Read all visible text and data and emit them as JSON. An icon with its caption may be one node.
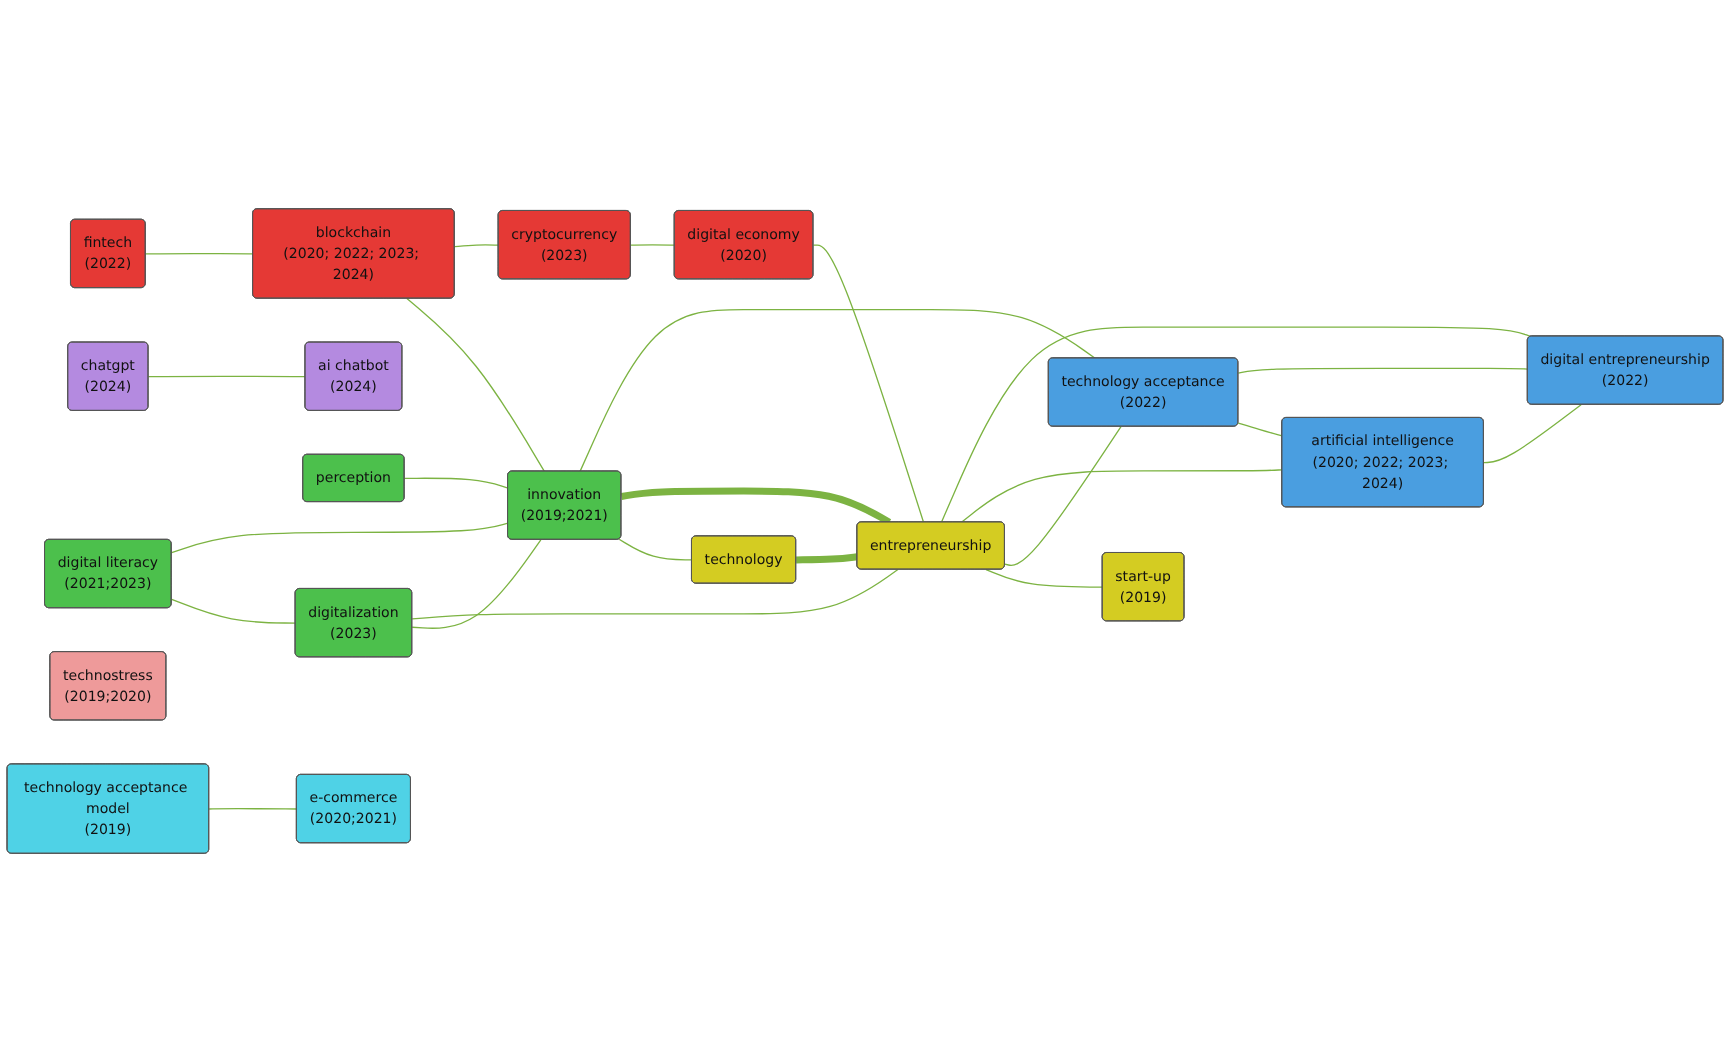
{
  "diagram": {
    "nodes": [
      {
        "text": [
          "digital literacy",
          "(2021;2023)"
        ]
      },
      {
        "text": [
          "digitalization",
          "(2023)"
        ]
      },
      {
        "text": [
          "fintech",
          "(2022)"
        ]
      },
      {
        "text": [
          "blockchain",
          "(2020; 2022; 2023; 2024)"
        ]
      },
      {
        "text": [
          "perception"
        ]
      },
      {
        "text": [
          "innovation",
          "(2019;2021)"
        ]
      },
      {
        "text": [
          "technology"
        ]
      },
      {
        "text": [
          "cryptocurrency",
          "(2023)"
        ]
      },
      {
        "text": [
          "chatgpt",
          "(2024)"
        ]
      },
      {
        "text": [
          "technostress",
          "(2019;2020)"
        ]
      },
      {
        "text": [
          "digital economy",
          "(2020)"
        ]
      },
      {
        "text": [
          "ai chatbot",
          "(2024)"
        ]
      },
      {
        "text": [
          "entrepreneurship"
        ]
      },
      {
        "text": [
          "start-up",
          "(2019)"
        ]
      },
      {
        "text": [
          "technology acceptance model",
          "(2019)"
        ]
      },
      {
        "text": [
          "technology acceptance",
          "(2022)"
        ]
      },
      {
        "text": [
          "e-commerce",
          "(2020;2021)"
        ]
      },
      {
        "text": [
          "artificial intelligence",
          "(2020; 2022; 2023; 2024)"
        ]
      },
      {
        "text": [
          "digital entrepreneurship",
          "(2022)"
        ]
      }
    ],
    "edges": [
      {
        "from": 2,
        "to": 3,
        "arrow": "none"
      },
      {
        "from": 3,
        "to": 5,
        "arrow": "none"
      },
      {
        "from": 3,
        "to": 7,
        "arrow": "none"
      },
      {
        "from": 4,
        "to": 5,
        "arrow": "none"
      },
      {
        "from": 0,
        "to": 1,
        "arrow": "none"
      },
      {
        "from": 0,
        "to": 5,
        "arrow": "none"
      },
      {
        "from": 1,
        "to": 5,
        "arrow": "none"
      },
      {
        "from": 1,
        "to": 12,
        "arrow": "none"
      },
      {
        "from": 5,
        "to": 6,
        "arrow": "none"
      },
      {
        "from": 5,
        "to": 12,
        "arrow": "none",
        "style": "thick"
      },
      {
        "from": 5,
        "to": 15,
        "arrow": "none"
      },
      {
        "from": 7,
        "to": 10,
        "arrow": "none"
      },
      {
        "from": 10,
        "to": 12,
        "arrow": "none"
      },
      {
        "from": 8,
        "to": 11,
        "arrow": "none"
      },
      {
        "from": 6,
        "to": 12,
        "arrow": "none",
        "style": "thick"
      },
      {
        "from": 12,
        "to": 13,
        "arrow": "none"
      },
      {
        "from": 12,
        "to": 15,
        "arrow": "none"
      },
      {
        "from": 12,
        "to": 17,
        "arrow": "none"
      },
      {
        "from": 12,
        "to": 18,
        "arrow": "none"
      },
      {
        "from": 14,
        "to": 16,
        "arrow": "none"
      },
      {
        "from": 15,
        "to": 17,
        "arrow": "none"
      },
      {
        "from": 15,
        "to": 18,
        "arrow": "none"
      },
      {
        "from": 17,
        "to": 18,
        "arrow": "none"
      }
    ]
  }
}
